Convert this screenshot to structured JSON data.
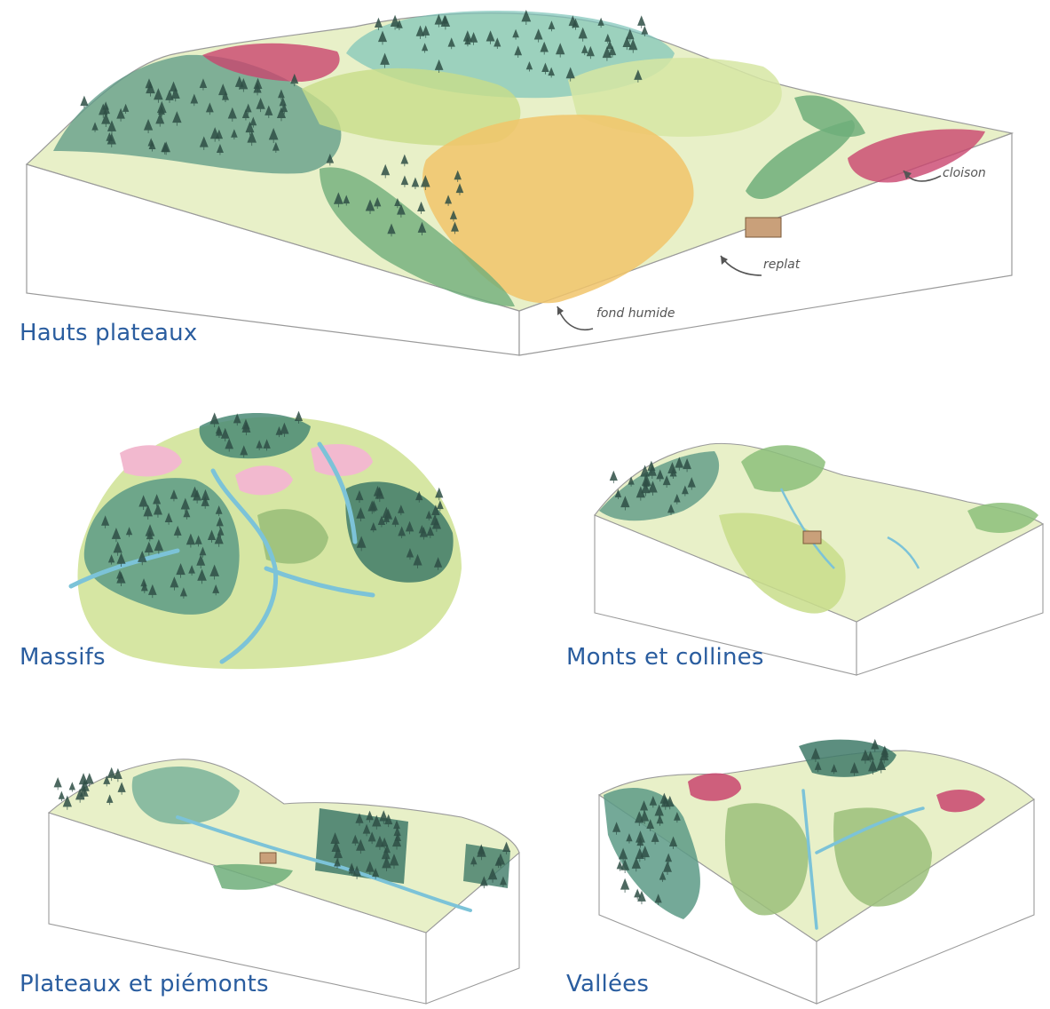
{
  "colors": {
    "title": "#2a5d9f",
    "forest": "#5c9a86",
    "forest_dark": "#3f7a68",
    "tree": "#2f4f46",
    "meadow": "#d6e6a3",
    "meadow_pale": "#e8f0c8",
    "wet_bottom": "#f1c46a",
    "heath": "#c9456e",
    "heath_pale": "#f2b9cf",
    "hedge": "#6fae7a",
    "water": "#7cc3d8",
    "outline": "#8a8a8a",
    "arrow": "#555555"
  },
  "panels": {
    "hauts_plateaux": {
      "title": "Hauts plateaux",
      "annotations": {
        "cloison": "cloison",
        "replat": "replat",
        "fond_humide": "fond humide"
      }
    },
    "massifs": {
      "title": "Massifs"
    },
    "monts_collines": {
      "title": "Monts et collines"
    },
    "plateaux_piemonts": {
      "title": "Plateaux et piémonts"
    },
    "vallees": {
      "title": "Vallées"
    }
  }
}
